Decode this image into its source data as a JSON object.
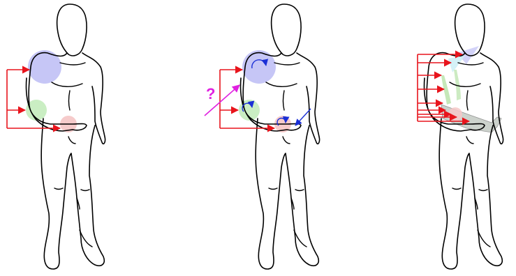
{
  "colors": {
    "outline": "#000000",
    "arrow_red": "#e8141c",
    "shoulder_blob": "#bcbcf4",
    "elbow_blob": "#c4ecbc",
    "wrist_blob": "#f6c8c8",
    "rotation_blue": "#1a2fd6",
    "question_magenta": "#e020e0",
    "muscle_green": "#b6e2a8",
    "muscle_cyan": "#cdeef6",
    "muscle_lavender": "#c8c8f6",
    "forearm_gray": "#c0c8c0"
  },
  "panels": [
    {
      "id": "joint-targets",
      "label": ""
    },
    {
      "id": "joint-rotations",
      "label": ""
    },
    {
      "id": "muscle-actuators",
      "label": ""
    }
  ],
  "annotation": {
    "question_mark": "?"
  },
  "icons": [
    "human-figure",
    "red-arrow",
    "rotation-arrow",
    "question-arrow"
  ]
}
